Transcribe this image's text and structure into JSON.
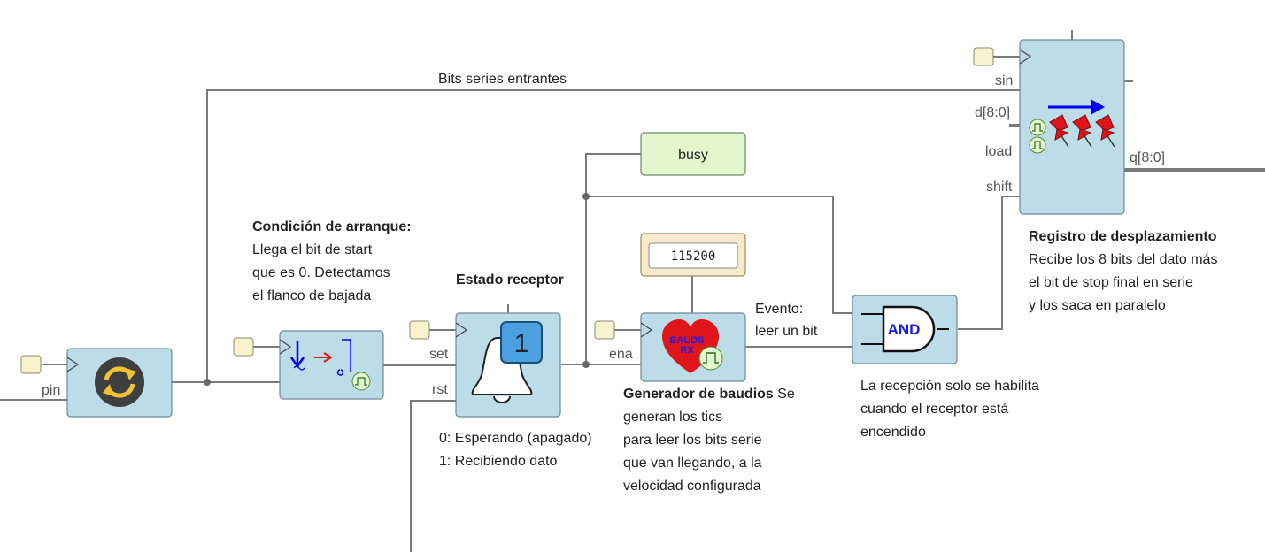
{
  "wire_labels": {
    "bits_series": "Bits series entrantes",
    "evento_1": "Evento:",
    "evento_2": "leer un bit"
  },
  "ports": {
    "pin": "pin",
    "set": "set",
    "rst": "rst",
    "ena": "ena",
    "sin": "sin",
    "d": "d[8:0]",
    "load": "load",
    "shift": "shift",
    "q": "q[8:0]"
  },
  "blocks": {
    "busy_label": "busy",
    "baud_value": "115200",
    "state_number": "1",
    "and_label": "AND",
    "bauds_line1": "BAUDS",
    "bauds_line2": "RX"
  },
  "annotations": {
    "start": {
      "title": "Condición de arranque:",
      "lines": [
        "Llega el bit de start",
        "que es 0. Detectamos",
        "el flanco de bajada"
      ]
    },
    "estado": {
      "title": "Estado receptor",
      "lines": [
        "0: Esperando (apagado)",
        "1: Recibiendo dato"
      ]
    },
    "generador": {
      "title": "Generador de baudios",
      "first_tail": " Se",
      "lines": [
        "generan los tics",
        "para leer los bits serie",
        "que van llegando, a la",
        "velocidad configurada"
      ]
    },
    "and_note": {
      "lines": [
        "La recepción solo se habilita",
        "cuando el receptor está",
        "encendido"
      ]
    },
    "registro": {
      "title": "Registro de desplazamiento",
      "lines": [
        "Recibe los 8 bits del dato más",
        "el bit de stop final en serie",
        "y los saca en paralelo"
      ]
    }
  },
  "colors": {
    "block_fill": "#bcdce8",
    "block_stroke": "#6b8a96",
    "wire": "#7a7a7a",
    "clock_fill": "#f7f3cc",
    "busy_fill": "#e2f7cc",
    "const_fill": "#f8ebcd",
    "state_fill": "#4aa0e0",
    "heart": "#e0151c",
    "arrow_blue": "#0000ee",
    "pin_red": "#e0151c"
  }
}
